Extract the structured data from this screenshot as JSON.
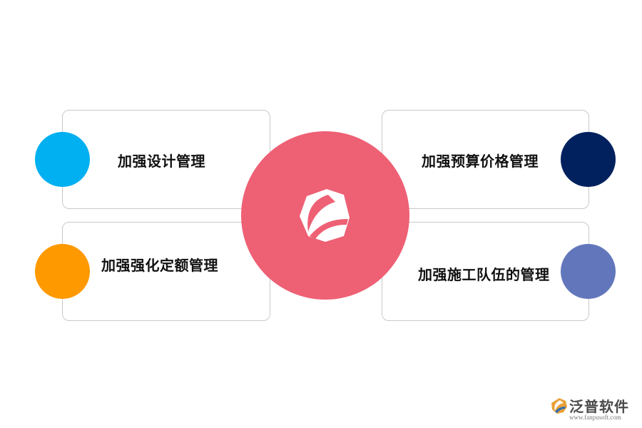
{
  "items": [
    {
      "label": "加强设计管理",
      "color": "#00b0f0"
    },
    {
      "label": "加强强化定额管理",
      "color": "#ff9900"
    },
    {
      "label": "加强预算价格管理",
      "color": "#00215e"
    },
    {
      "label": "加强施工队伍的管理",
      "color": "#6277bb"
    }
  ],
  "hub": {
    "icon": "stylized-leaf-logo-icon",
    "color": "#ee6074"
  },
  "watermark": {
    "title": "泛普软件",
    "url": "www.fanpusoft.com"
  }
}
